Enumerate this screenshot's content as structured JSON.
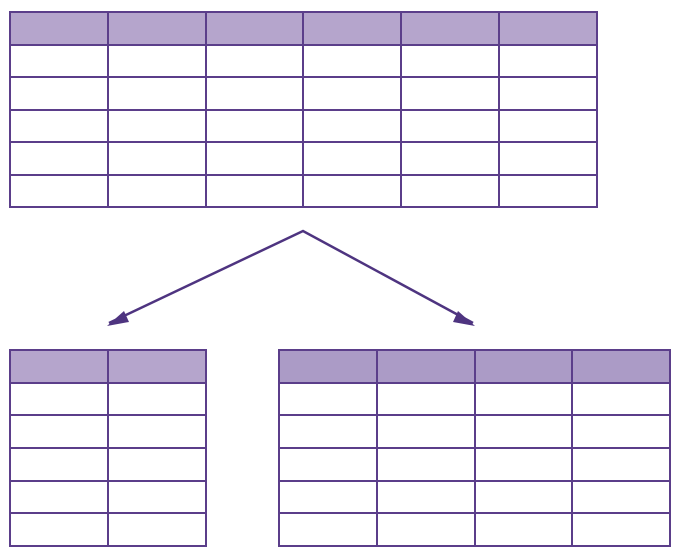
{
  "tables": {
    "source": {
      "columns": 6,
      "body_rows": 5
    },
    "left_split": {
      "columns": 2,
      "body_rows": 5
    },
    "right_split": {
      "columns": 4,
      "body_rows": 5
    }
  },
  "colors": {
    "border": "#5b3e8a",
    "header_fill": "#b5a5cc",
    "header_fill_right": "#ab9bc6",
    "cell_fill": "#ffffff",
    "arrow": "#4e3480"
  }
}
